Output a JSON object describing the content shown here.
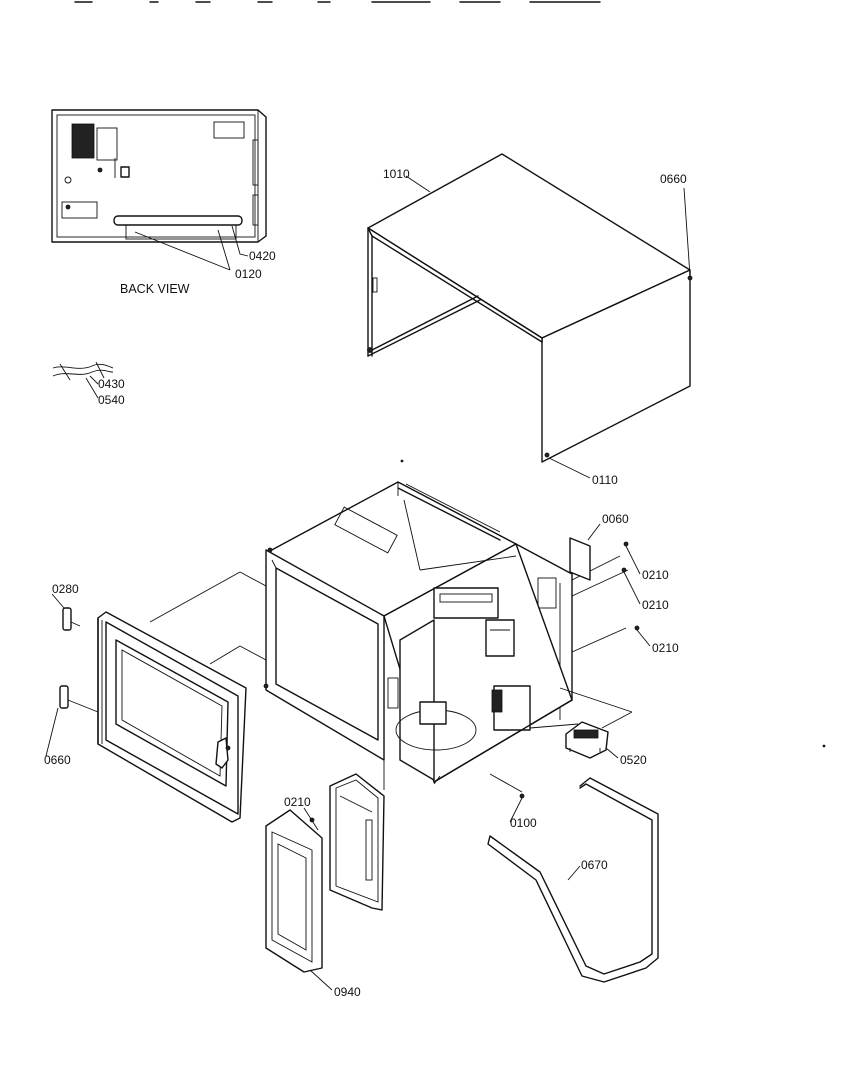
{
  "back_view": {
    "caption": "BACK VIEW"
  },
  "callouts": {
    "c1010": "1010",
    "c0660_top": "0660",
    "c0420": "0420",
    "c0120": "0120",
    "c0430": "0430",
    "c0540": "0540",
    "c0110": "0110",
    "c0060": "0060",
    "c0210_a": "0210",
    "c0210_b": "0210",
    "c0210_c": "0210",
    "c0210_d": "0210",
    "c0280": "0280",
    "c0660_left": "0660",
    "c0520": "0520",
    "c0100": "0100",
    "c0670": "0670",
    "c0940": "0940"
  }
}
